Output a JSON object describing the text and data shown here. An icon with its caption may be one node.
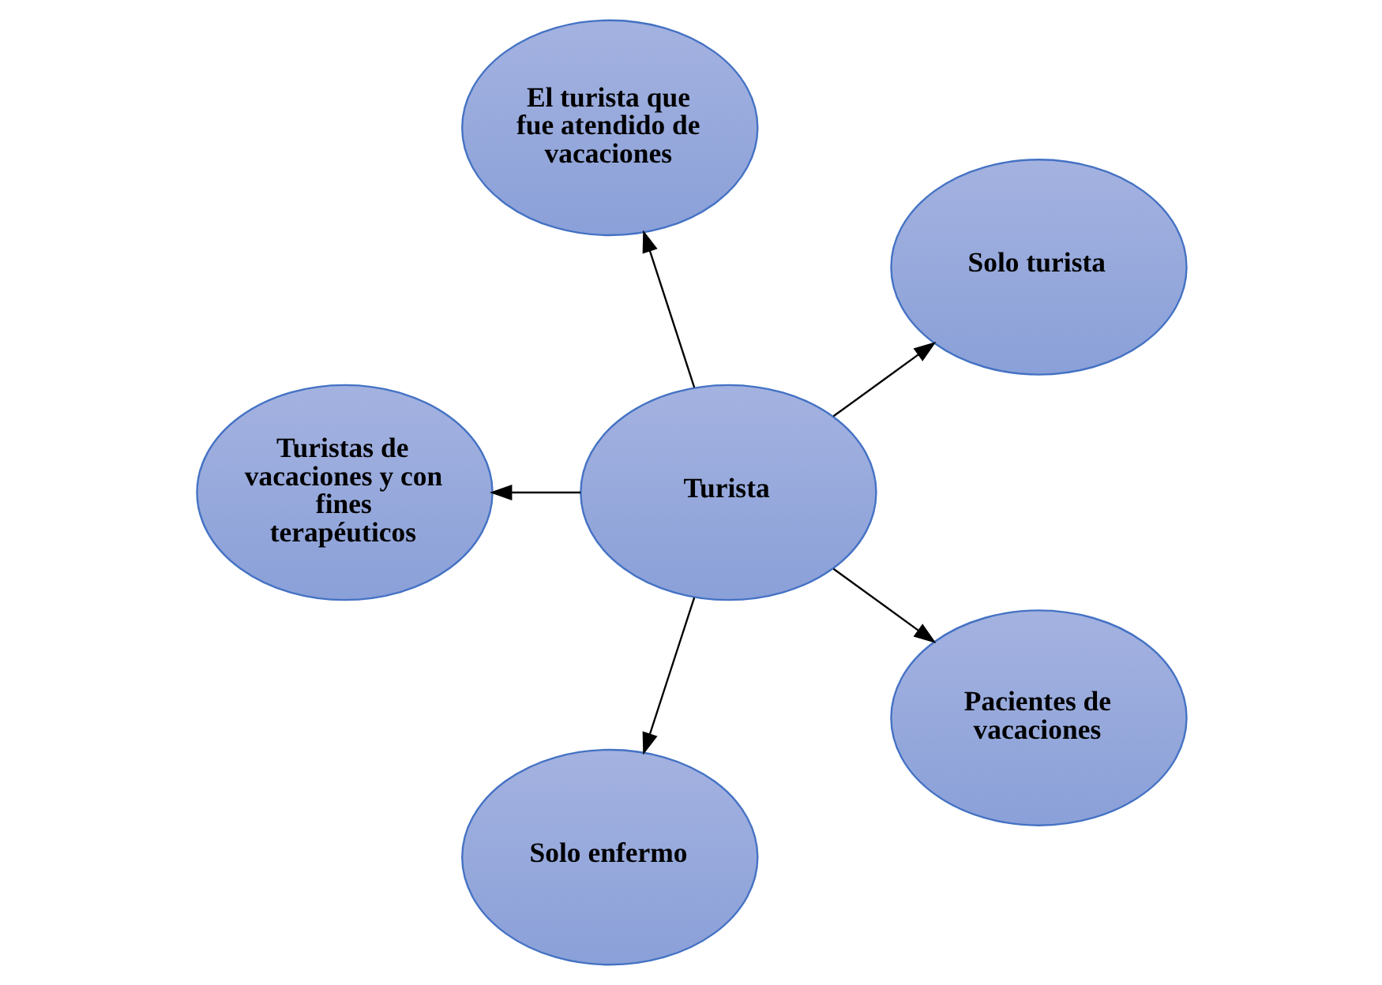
{
  "diagram": {
    "nodes": [
      {
        "text": [
          "Solo turista"
        ]
      },
      {
        "text": [
          "El turista que fue atendido de vacaciones"
        ]
      },
      {
        "text": [
          "Turista"
        ]
      },
      {
        "text": [
          "Turistas de vacaciones y con fines terapéuticos"
        ]
      },
      {
        "text": [
          "Solo enfermo"
        ]
      },
      {
        "text": [
          "Pacientes de vacaciones"
        ]
      }
    ],
    "edges": [
      {
        "from": 2,
        "to": 0,
        "arrow": "to"
      },
      {
        "from": 2,
        "to": 1,
        "arrow": "to"
      },
      {
        "from": 2,
        "to": 3,
        "arrow": "to"
      },
      {
        "from": 2,
        "to": 5,
        "arrow": "to"
      },
      {
        "from": 2,
        "to": 4,
        "arrow": "to"
      }
    ]
  }
}
